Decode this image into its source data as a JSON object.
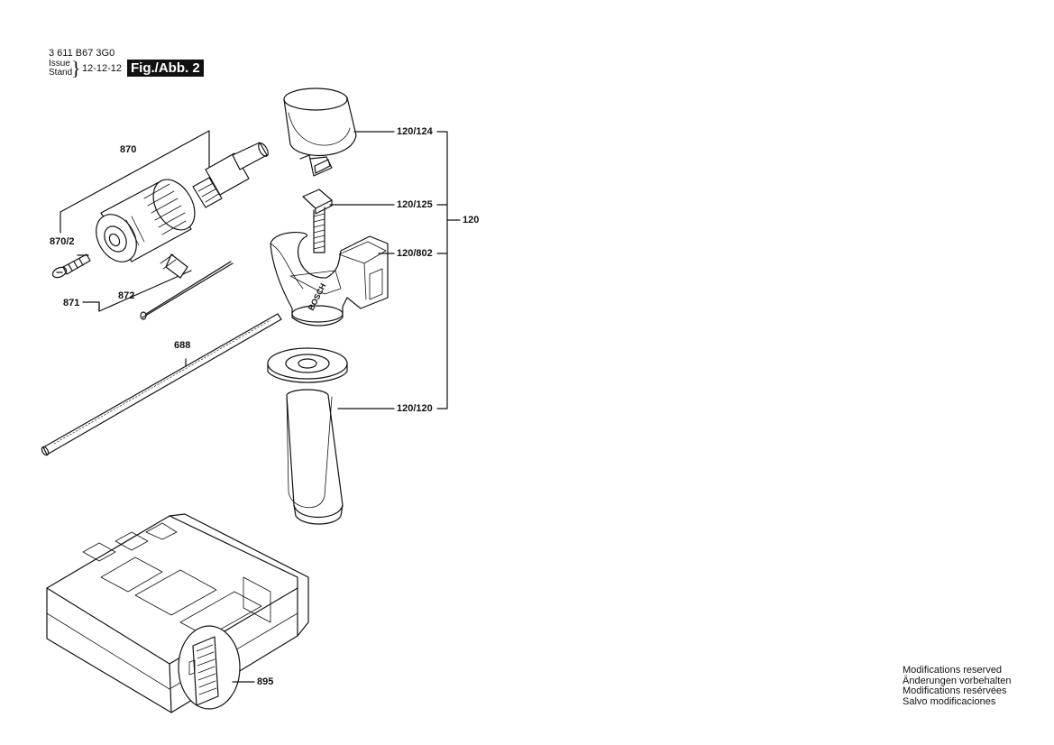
{
  "header": {
    "part_number": "3 611 B67 3G0",
    "issue_label": "Issue",
    "stand_label": "Stand",
    "date": "12-12-12",
    "figure_label": "Fig./Abb. 2"
  },
  "callouts": {
    "c870": "870",
    "c870_2": "870/2",
    "c871": "871",
    "c872": "872",
    "c688": "688",
    "c120_124": "120/124",
    "c120_125": "120/125",
    "c120_802": "120/802",
    "c120_120": "120/120",
    "c120": "120",
    "c895": "895"
  },
  "handle_brand": "BOSCH",
  "notes": [
    "Modifications reserved",
    "Änderungen vorbehalten",
    "Modifications resérvées",
    "Salvo modificaciones"
  ]
}
